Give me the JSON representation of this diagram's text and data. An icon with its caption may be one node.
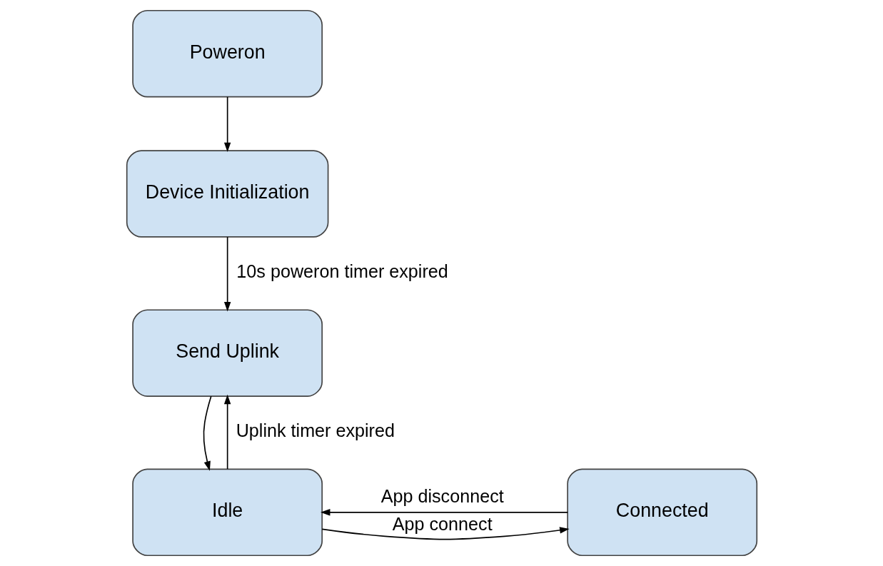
{
  "diagram": {
    "nodes": [
      {
        "text": [
          "Poweron"
        ]
      },
      {
        "text": [
          "Device Initialization"
        ]
      },
      {
        "text": [
          "Send Uplink"
        ]
      },
      {
        "text": [
          "Idle"
        ]
      },
      {
        "text": [
          "Connected"
        ]
      }
    ],
    "edges": [
      {
        "from": 0,
        "to": 1,
        "arrow": "to"
      },
      {
        "from": 1,
        "to": 2,
        "arrow": "to",
        "label": "10s poweron timer expired"
      },
      {
        "from": 2,
        "to": 3,
        "arrow": "to"
      },
      {
        "from": 3,
        "to": 2,
        "arrow": "to",
        "label": "Uplink timer expired"
      },
      {
        "from": 3,
        "to": 4,
        "arrow": "to",
        "label": "App connect"
      },
      {
        "from": 4,
        "to": 3,
        "arrow": "to",
        "label": "App disconnect"
      }
    ]
  }
}
